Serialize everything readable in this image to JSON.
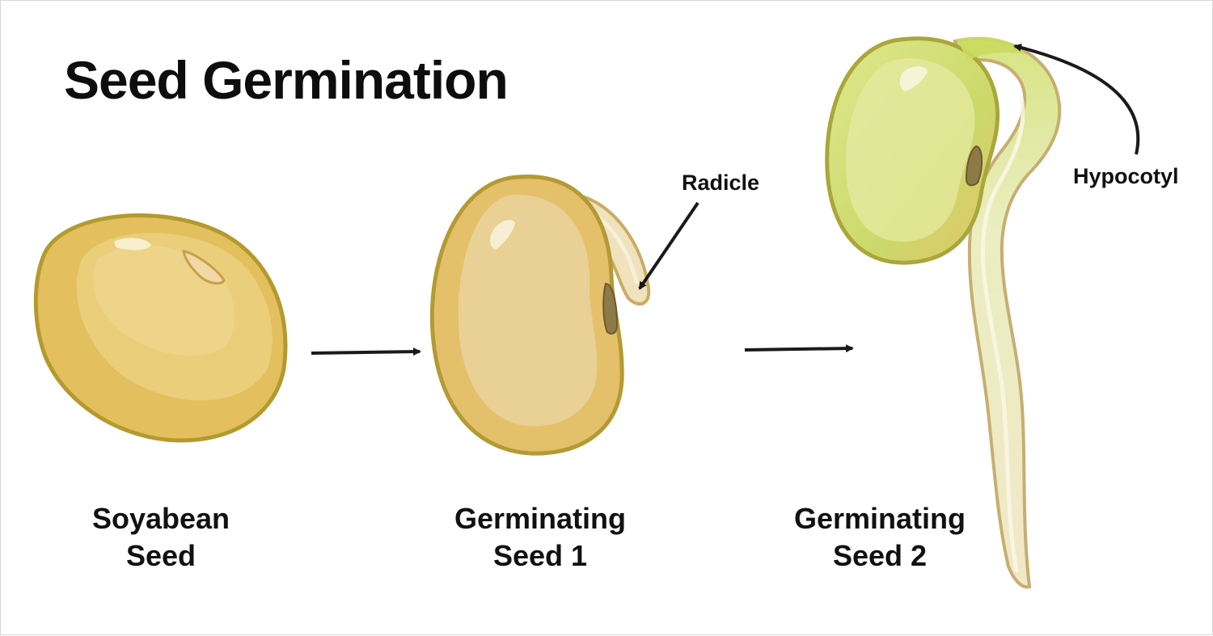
{
  "title": "Seed Germination",
  "stages": [
    {
      "line1": "Soyabean",
      "line2": "Seed"
    },
    {
      "line1": "Germinating",
      "line2": "Seed 1"
    },
    {
      "line1": "Germinating",
      "line2": "Seed 2"
    }
  ],
  "labels": {
    "radicle": "Radicle",
    "hypocotyl": "Hypocotyl"
  },
  "colors": {
    "seed_fill": "#e4c068",
    "seed_outline": "#b59a34",
    "sprout_fill": "#efe6c2",
    "green_seed": "#cedd6e",
    "hilum": "#8a7a4a",
    "arrow": "#1a1a1a"
  }
}
